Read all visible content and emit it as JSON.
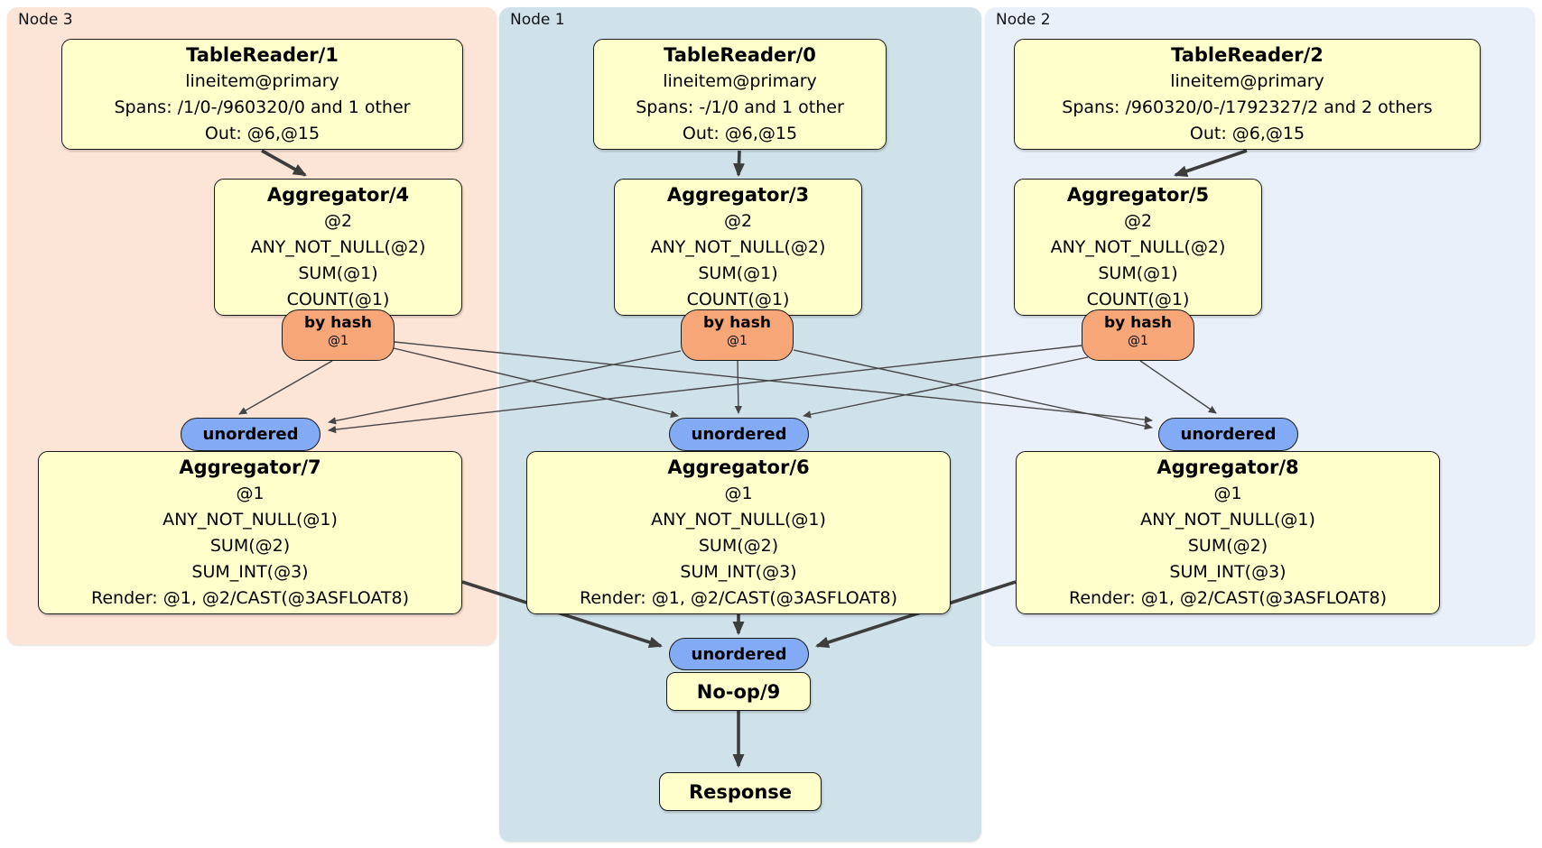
{
  "diagram": {
    "kind": "distributed SQL plan"
  },
  "nodes": [
    {
      "label": "Node 3"
    },
    {
      "label": "Node 1"
    },
    {
      "label": "Node 2"
    }
  ],
  "colors": {
    "node3_bg": "#fce4d6",
    "node1_bg": "#cfe1e9",
    "node2_bg": "#eaf0fa",
    "processor_bg": "#ffffcc",
    "router_bg": "#f7a678",
    "sync_bg": "#82aaf5",
    "edge": "#454545"
  },
  "processors": {
    "tablereader1": {
      "title": "TableReader/1",
      "lines": [
        "lineitem@primary",
        "Spans: /1/0-/960320/0 and 1 other",
        "Out: @6,@15"
      ]
    },
    "tablereader0": {
      "title": "TableReader/0",
      "lines": [
        "lineitem@primary",
        "Spans: -/1/0 and 1 other",
        "Out: @6,@15"
      ]
    },
    "tablereader2": {
      "title": "TableReader/2",
      "lines": [
        "lineitem@primary",
        "Spans: /960320/0-/1792327/2 and 2 others",
        "Out: @6,@15"
      ]
    },
    "aggregator4": {
      "title": "Aggregator/4",
      "lines": [
        "@2",
        "ANY_NOT_NULL(@2)",
        "SUM(@1)",
        "COUNT(@1)"
      ]
    },
    "aggregator3": {
      "title": "Aggregator/3",
      "lines": [
        "@2",
        "ANY_NOT_NULL(@2)",
        "SUM(@1)",
        "COUNT(@1)"
      ]
    },
    "aggregator5": {
      "title": "Aggregator/5",
      "lines": [
        "@2",
        "ANY_NOT_NULL(@2)",
        "SUM(@1)",
        "COUNT(@1)"
      ]
    },
    "aggregator7": {
      "title": "Aggregator/7",
      "lines": [
        "@1",
        "ANY_NOT_NULL(@1)",
        "SUM(@2)",
        "SUM_INT(@3)",
        "Render: @1, @2/CAST(@3ASFLOAT8)"
      ]
    },
    "aggregator6": {
      "title": "Aggregator/6",
      "lines": [
        "@1",
        "ANY_NOT_NULL(@1)",
        "SUM(@2)",
        "SUM_INT(@3)",
        "Render: @1, @2/CAST(@3ASFLOAT8)"
      ]
    },
    "aggregator8": {
      "title": "Aggregator/8",
      "lines": [
        "@1",
        "ANY_NOT_NULL(@1)",
        "SUM(@2)",
        "SUM_INT(@3)",
        "Render: @1, @2/CAST(@3ASFLOAT8)"
      ]
    },
    "noop": {
      "title": "No-op/9"
    },
    "response": {
      "title": "Response"
    }
  },
  "routers": {
    "by_hash": {
      "label": "by hash",
      "sub": "@1"
    },
    "unordered": {
      "label": "unordered"
    }
  }
}
